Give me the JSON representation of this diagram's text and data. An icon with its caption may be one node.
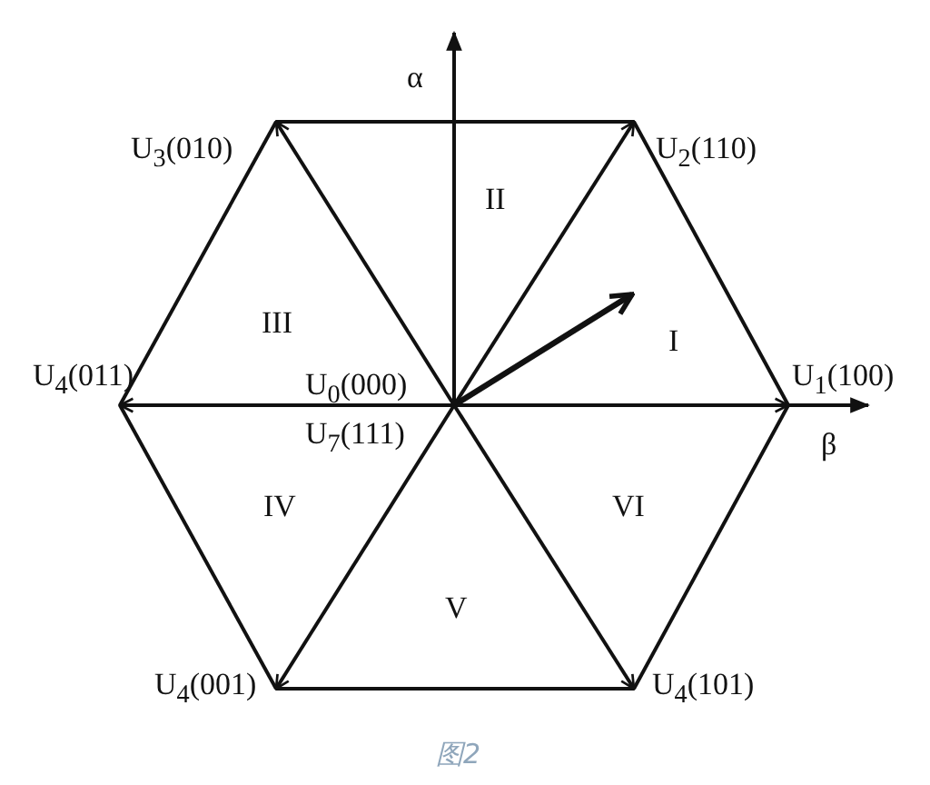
{
  "diagram": {
    "caption": "图2",
    "nodes": [
      {
        "text": [
          "U$_{3}$(010)"
        ]
      },
      {
        "text": [
          "U$_{2}$(110)"
        ]
      },
      {
        "text": [
          "U$_{4}$(011)"
        ]
      },
      {
        "text": [
          "U$_{1}$(100)"
        ]
      },
      {
        "text": [
          "U$_{4}$(001)"
        ]
      },
      {
        "text": [
          "U$_{4}$(101)"
        ]
      }
    ],
    "edges": [
      {
        "from": 0,
        "to": 1,
        "arrow": "none"
      },
      {
        "from": 1,
        "to": 3,
        "arrow": "none"
      },
      {
        "from": 3,
        "to": 5,
        "arrow": "none"
      },
      {
        "from": 5,
        "to": 4,
        "arrow": "none"
      },
      {
        "from": 4,
        "to": 2,
        "arrow": "none"
      },
      {
        "from": 2,
        "to": 0,
        "arrow": "none"
      },
      {
        "from": null,
        "to": 3,
        "arrow": "to"
      },
      {
        "from": null,
        "to": 1,
        "arrow": "to"
      },
      {
        "from": null,
        "to": 0,
        "arrow": "to"
      },
      {
        "from": null,
        "to": 2,
        "arrow": "to"
      },
      {
        "from": null,
        "to": 4,
        "arrow": "to"
      },
      {
        "from": null,
        "to": 5,
        "arrow": "to"
      }
    ],
    "labels": [
      "α",
      "II",
      "III",
      "I",
      "U$_{0}$(000)",
      "β",
      "U$_{7}$(111)",
      "IV",
      "VI",
      "V"
    ]
  }
}
